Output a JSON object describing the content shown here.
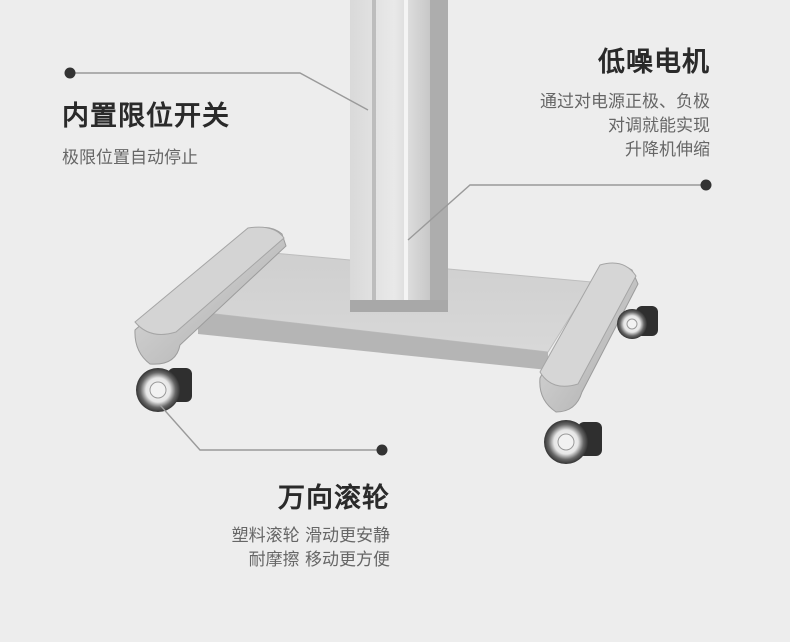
{
  "features": {
    "limit_switch": {
      "title": "内置限位开关",
      "desc": [
        "极限位置自动停止"
      ]
    },
    "motor": {
      "title": "低噪电机",
      "desc": [
        "通过对电源正极、负极",
        "对调就能实现",
        "升降机伸缩"
      ]
    },
    "casters": {
      "title": "万向滚轮",
      "desc": [
        "塑料滚轮 滑动更安静",
        "耐摩擦 移动更方便"
      ]
    }
  },
  "colors": {
    "background": "#ededed",
    "metal": "#c9c9c9",
    "leader_line": "#9a9a9a",
    "dot": "#333333"
  }
}
